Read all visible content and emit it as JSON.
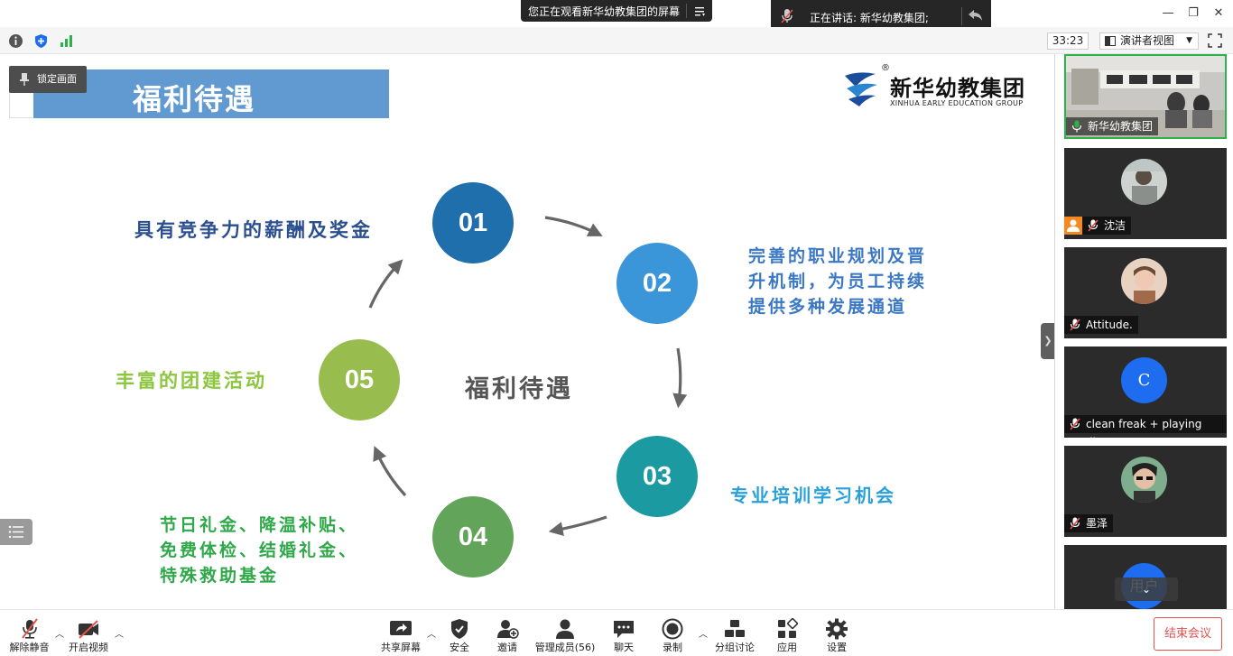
{
  "window": {
    "share_banner": "您正在观看新华幼教集团的屏幕",
    "speaking_label": "正在讲话: 新华幼教集团;"
  },
  "status": {
    "timer": "33:23",
    "view_mode": "演讲者视图"
  },
  "slide": {
    "title": "福利待遇",
    "lock_label": "锁定画面",
    "logo_cn": "新华幼教集团",
    "logo_en": "XINHUA EARLY EDUCATION GROUP",
    "logo_reg": "®",
    "center_title": "福利待遇",
    "items": [
      {
        "num": "01",
        "color": "#1f6fad",
        "text": "具有竞争力的薪酬及奖金",
        "text_color": "#2a4e8f"
      },
      {
        "num": "02",
        "color": "#3a96d8",
        "text": "完善的职业规划及晋升机制，为员工持续提供多种发展通道",
        "lines": [
          "完善的职业规划及晋",
          "升机制，为员工持续",
          "提供多种发展通道"
        ],
        "text_color": "#3b78c4"
      },
      {
        "num": "03",
        "color": "#1c9aa1",
        "text": "专业培训学习机会",
        "text_color": "#2aa0d8"
      },
      {
        "num": "04",
        "color": "#62a55a",
        "lines": [
          "节日礼金、降温补贴、",
          "免费体检、结婚礼金、",
          "特殊救助基金"
        ],
        "text_color": "#2fa84a"
      },
      {
        "num": "05",
        "color": "#98bd4e",
        "text": "丰富的团建活动",
        "text_color": "#8dc63f"
      }
    ]
  },
  "participants": [
    {
      "name": "新华幼教集团",
      "active": true
    },
    {
      "name": "沈洁",
      "host": true
    },
    {
      "name": "Attitude."
    },
    {
      "name": "clean freak + playing dirty",
      "initial": "C"
    },
    {
      "name": "墨泽"
    },
    {
      "name": "用户"
    }
  ],
  "toolbar": {
    "unmute": "解除静音",
    "start_video": "开启视频",
    "share_screen": "共享屏幕",
    "security": "安全",
    "invite": "邀请",
    "manage_members": "管理成员(56)",
    "chat": "聊天",
    "record": "录制",
    "breakout": "分组讨论",
    "apps": "应用",
    "settings": "设置",
    "end_meeting": "结束会议"
  }
}
